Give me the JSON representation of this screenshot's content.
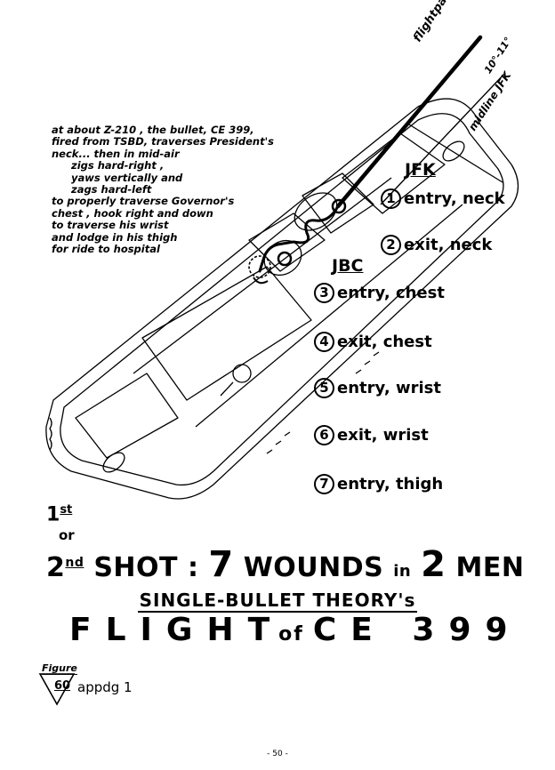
{
  "note_lines": [
    "at about Z-210 , the bullet, CE 399,",
    "fired from TSBD, traverses President's",
    "neck... then in mid-air",
    "zigs hard-right ,",
    "yaws vertically and",
    "zags hard-left",
    "to properly traverse Governor's",
    "chest , hook right and down",
    "to traverse his wrist",
    "and lodge in his thigh",
    "for ride to hospital"
  ],
  "flightpath_label": "flightpath",
  "angle_label": "10°-11°",
  "midline_label": "midline JFK",
  "jfk_label": "JFK",
  "jbc_label": "JBC",
  "wounds": [
    {
      "num": "1",
      "text": "entry, neck"
    },
    {
      "num": "2",
      "text": "exit, neck"
    },
    {
      "num": "3",
      "text": "entry, chest"
    },
    {
      "num": "4",
      "text": "exit, chest"
    },
    {
      "num": "5",
      "text": "entry, wrist"
    },
    {
      "num": "6",
      "text": "exit, wrist"
    },
    {
      "num": "7",
      "text": "entry, thigh"
    }
  ],
  "shot_1": "1",
  "shot_1_suffix": "st",
  "shot_or": "or",
  "shot_2": "2",
  "shot_2_suffix": "nd",
  "headline_shot": "SHOT :",
  "headline_seven": "7",
  "headline_wounds": "WOUNDS",
  "headline_in": "in",
  "headline_two": "2",
  "headline_men": "MEN",
  "theory_title": "SINGLE-BULLET THEORY's",
  "flight_word": "FLIGHT",
  "flight_of": "of",
  "flight_ce": "CE 399",
  "figure_word": "Figure",
  "figure_number": "60",
  "figure_ref": "appdg 1",
  "page_number": "- 50 -"
}
